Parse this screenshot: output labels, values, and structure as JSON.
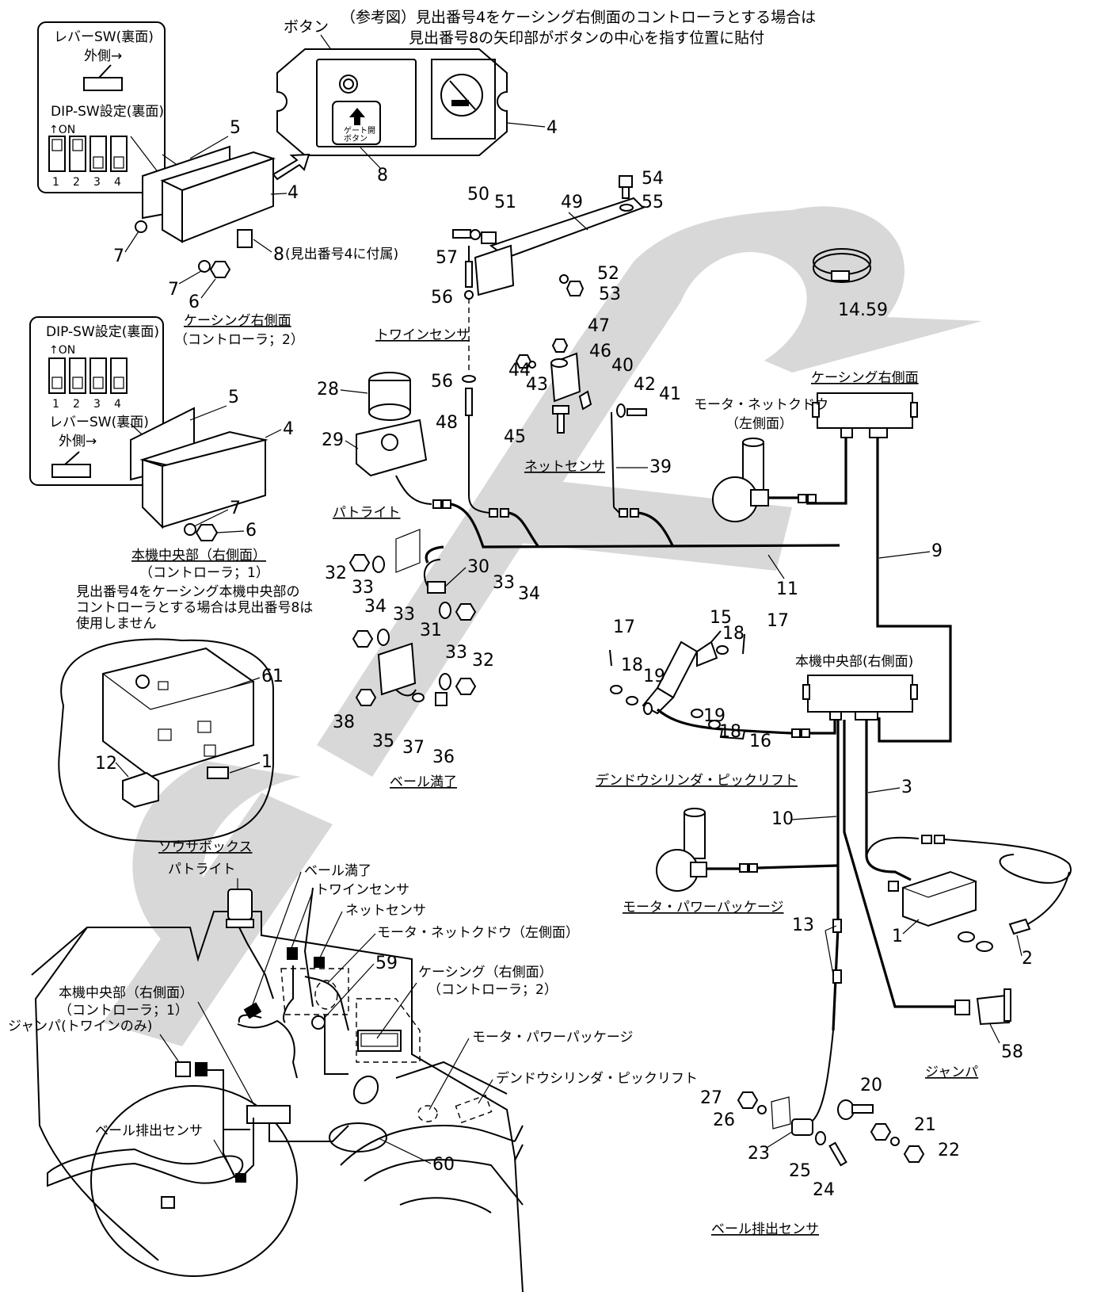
{
  "header": {
    "note_line1": "（参考図）見出番号4をケーシング右側面のコントローラとする場合は",
    "note_line2": "見出番号8の矢印部がボタンの中心を指す位置に貼付",
    "button_label": "ボタン"
  },
  "label_plate": {
    "arrow_text1": "ゲート開",
    "arrow_text2": "ボタン"
  },
  "inset_top": {
    "lever_title": "レバーSW(裏面)",
    "lever_dir": "外側→",
    "dip_title": "DIP-SW設定(裏面)",
    "on_label": "↑ON",
    "dip_numbers": [
      "1",
      "2",
      "3",
      "4"
    ]
  },
  "inset_mid": {
    "dip_title": "DIP-SW設定(裏面)",
    "on_label": "↑ON",
    "dip_numbers": [
      "1",
      "2",
      "3",
      "4"
    ],
    "lever_title": "レバーSW(裏面)",
    "lever_dir": "外側→"
  },
  "captions": {
    "casing_right_1": "ケーシング右側面",
    "casing_right_2": "（コントローラ；2）",
    "center_1": "本機中央部（右側面）",
    "center_2": "（コントローラ；1）",
    "center_note1": "見出番号4をケーシング本機中央部の",
    "center_note2": "コントローラとする場合は見出番号8は",
    "center_note3": "使用しません",
    "label8_note": "(見出番号4に付属)",
    "twin_sensor": "トワインセンサ",
    "net_sensor": "ネットセンサ",
    "patlite": "パトライト",
    "bale_full": "ベール満了",
    "casing_right_side": "ケーシング右側面",
    "motor_net_1": "モータ・ネットクドウ",
    "motor_net_2": "（左側面）",
    "center_right": "本機中央部(右側面)",
    "cylinder_pick": "デンドウシリンダ・ピックリフト",
    "motor_power": "モータ・パワーパッケージ",
    "jumper": "ジャンパ",
    "bale_eject": "ベール排出センサ",
    "sousa_box": "ソウサボックス"
  },
  "overview": {
    "patlite": "パトライト",
    "bale_full": "ベール満了",
    "twin_sensor": "トワインセンサ",
    "net_sensor": "ネットセンサ",
    "motor_net": "モータ・ネットクドウ（左側面）",
    "casing_1": "ケーシング（右側面）",
    "casing_2": "（コントローラ；2）",
    "center_1": "本機中央部（右側面）",
    "center_2": "（コントローラ；1）",
    "jumper": "ジャンパ(トワインのみ)",
    "motor_power": "モータ・パワーパッケージ",
    "cylinder": "デンドウシリンダ・ピックリフト",
    "bale_eject": "ベール排出センサ",
    "n59": "59",
    "n60": "60"
  },
  "callouts": {
    "n1a": "1",
    "n1b": "1",
    "n2": "2",
    "n3": "3",
    "n4a": "4",
    "n4b": "4",
    "n4c": "4",
    "n5a": "5",
    "n5b": "5",
    "n6a": "6",
    "n6b": "6",
    "n7a": "7",
    "n7b": "7",
    "n7c": "7",
    "n8a": "8",
    "n8b": "8",
    "n9": "9",
    "n10": "10",
    "n11": "11",
    "n12": "12",
    "n13": "13",
    "n1459": "14.59",
    "n15": "15",
    "n16": "16",
    "n17a": "17",
    "n17b": "17",
    "n18a": "18",
    "n18b": "18",
    "n18c": "18",
    "n19a": "19",
    "n19b": "19",
    "n20": "20",
    "n21": "21",
    "n22": "22",
    "n23": "23",
    "n24": "24",
    "n25": "25",
    "n26": "26",
    "n27": "27",
    "n28": "28",
    "n29": "29",
    "n30": "30",
    "n31": "31",
    "n32a": "32",
    "n32b": "32",
    "n33a": "33",
    "n33b": "33",
    "n33c": "33",
    "n33d": "33",
    "n34a": "34",
    "n34b": "34",
    "n35": "35",
    "n36": "36",
    "n37": "37",
    "n38": "38",
    "n39": "39",
    "n40": "40",
    "n41": "41",
    "n42": "42",
    "n43": "43",
    "n44": "44",
    "n45": "45",
    "n46": "46",
    "n47": "47",
    "n48": "48",
    "n49": "49",
    "n50": "50",
    "n51": "51",
    "n52": "52",
    "n53": "53",
    "n54": "54",
    "n55": "55",
    "n56a": "56",
    "n56b": "56",
    "n57": "57",
    "n58": "58",
    "n61": "61"
  }
}
